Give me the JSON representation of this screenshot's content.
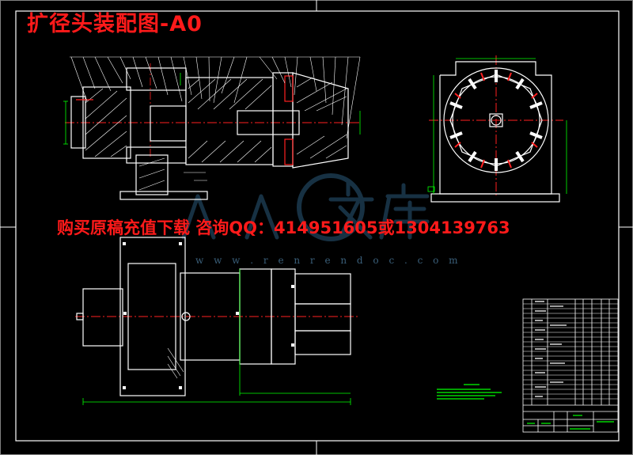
{
  "title": "扩径头装配图-A0",
  "promo_text": "购买原稿充值下载 咨询QQ：414951605或1304139763",
  "watermark": {
    "url": "w w w . r e n r e n d o c . c o m",
    "logo_text": "人人文库"
  },
  "colors": {
    "background": "#000000",
    "border": "#ffffff",
    "outline": "#ffffff",
    "centerline": "#ff2020",
    "dimension": "#00ff00",
    "hidden": "#ffff00",
    "title_red": "#ff1a1a",
    "watermark": "#2a5a7a"
  },
  "views": [
    "front-section-view",
    "side-view",
    "top-view",
    "title-block"
  ]
}
